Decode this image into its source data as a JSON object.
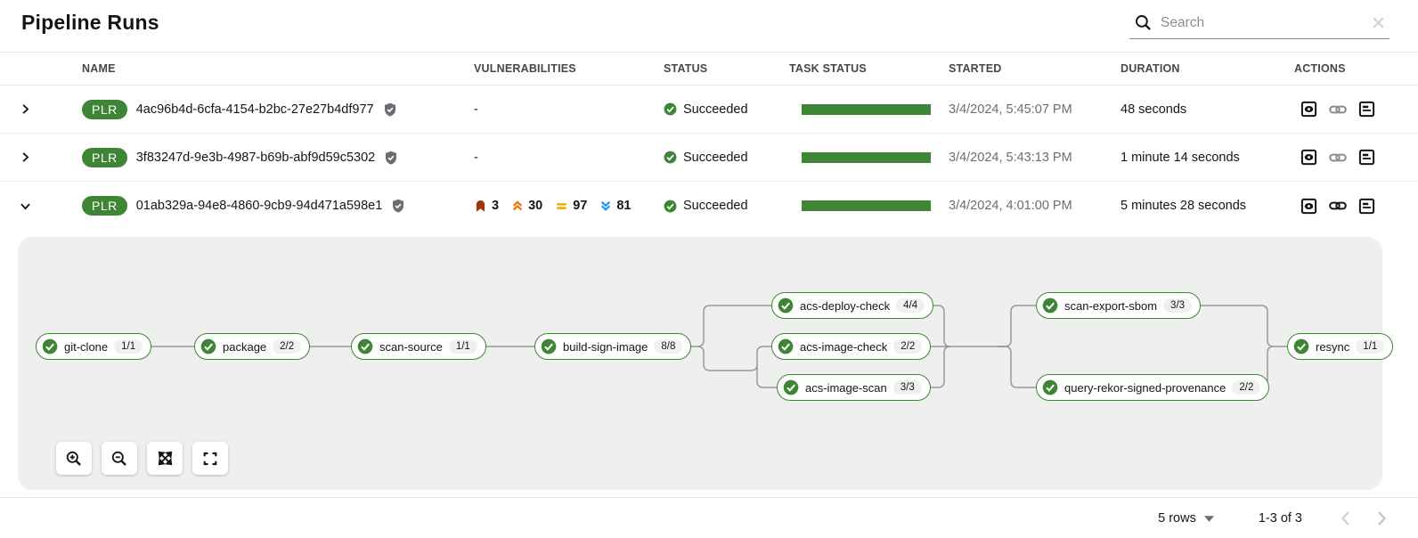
{
  "page": {
    "title": "Pipeline Runs"
  },
  "search": {
    "placeholder": "Search"
  },
  "table": {
    "headers": {
      "name": "NAME",
      "vulnerabilities": "VULNERABILITIES",
      "status": "STATUS",
      "task_status": "TASK STATUS",
      "started": "STARTED",
      "duration": "DURATION",
      "actions": "ACTIONS"
    },
    "rows": [
      {
        "badge": "PLR",
        "name": "4ac96b4d-6cfa-4154-b2bc-27e27b4df977",
        "signed": true,
        "vulnerabilities": "-",
        "status": "Succeeded",
        "started": "3/4/2024, 5:45:07 PM",
        "duration": "48 seconds",
        "expanded": false
      },
      {
        "badge": "PLR",
        "name": "3f83247d-9e3b-4987-b69b-abf9d59c5302",
        "signed": true,
        "vulnerabilities": "-",
        "status": "Succeeded",
        "started": "3/4/2024, 5:43:13 PM",
        "duration": "1 minute 14 seconds",
        "expanded": false
      },
      {
        "badge": "PLR",
        "name": "01ab329a-94e8-4860-9cb9-94d471a598e1",
        "signed": true,
        "vulnerabilities": {
          "critical": "3",
          "high": "30",
          "medium": "97",
          "low": "81"
        },
        "status": "Succeeded",
        "started": "3/4/2024, 4:01:00 PM",
        "duration": "5 minutes 28 seconds",
        "expanded": true
      }
    ]
  },
  "graph": {
    "nodes": [
      {
        "label": "git-clone",
        "badge": "1/1",
        "status": "Succeeded"
      },
      {
        "label": "package",
        "badge": "2/2",
        "status": "Succeeded"
      },
      {
        "label": "scan-source",
        "badge": "1/1",
        "status": "Succeeded"
      },
      {
        "label": "build-sign-image",
        "badge": "8/8",
        "status": "Succeeded"
      },
      {
        "label": "acs-deploy-check",
        "badge": "4/4",
        "status": "Succeeded"
      },
      {
        "label": "acs-image-check",
        "badge": "2/2",
        "status": "Succeeded"
      },
      {
        "label": "acs-image-scan",
        "badge": "3/3",
        "status": "Succeeded"
      },
      {
        "label": "scan-export-sbom",
        "badge": "3/3",
        "status": "Succeeded"
      },
      {
        "label": "query-rekor-signed-provenance",
        "badge": "2/2",
        "status": "Succeeded"
      },
      {
        "label": "resync",
        "badge": "1/1",
        "status": "Succeeded"
      }
    ]
  },
  "footer": {
    "rows_per_page": "5 rows",
    "range": "1-3 of 3"
  },
  "colors": {
    "success_green": "#3e8635",
    "severity_critical": "#a0350f",
    "severity_high": "#ec7a08",
    "severity_medium": "#f0ab00",
    "severity_low": "#2b9af3",
    "panel_background": "#efefef",
    "edge_gray": "#999999",
    "muted_text": "#6a6e73"
  },
  "icons": {
    "search": "magnifier",
    "clear_search": "x-mark",
    "row_collapsed": "chevron-right",
    "row_expanded": "chevron-down",
    "signed_badge": "shield-check",
    "status_succeeded": "check-circle",
    "severity_critical": "critical-banner",
    "severity_high": "double-chevron-up",
    "severity_medium": "equals-bars",
    "severity_low": "double-chevron-down",
    "action_output": "eye-in-square",
    "action_link": "chain-link",
    "action_logs": "document-in-square",
    "zoom_in": "magnifier-plus",
    "zoom_out": "magnifier-minus",
    "fit_to_screen": "expand-arrows",
    "reset_view": "fullscreen-brackets",
    "rows_per_page": "caret-down",
    "previous_page": "chevron-left",
    "next_page": "chevron-right"
  }
}
